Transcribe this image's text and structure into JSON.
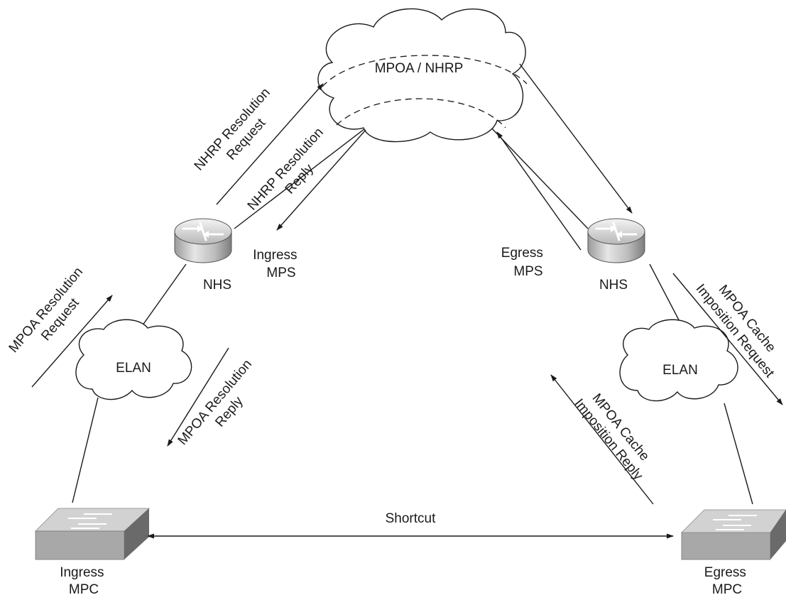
{
  "clouds": {
    "core": "MPOA / NHRP",
    "left_elan": "ELAN",
    "right_elan": "ELAN"
  },
  "nodes": {
    "ingress_nhs": {
      "role_lines": [
        "Ingress",
        "MPS"
      ],
      "name": "NHS"
    },
    "egress_nhs": {
      "role_lines": [
        "Egress",
        "MPS"
      ],
      "name": "NHS"
    },
    "ingress_mpc": {
      "lines": [
        "Ingress",
        "MPC"
      ]
    },
    "egress_mpc": {
      "lines": [
        "Egress",
        "MPC"
      ]
    }
  },
  "messages": {
    "nhrp_request": [
      "NHRP Resolution",
      "Request"
    ],
    "nhrp_reply": [
      "NHRP Resolution",
      "Reply"
    ],
    "mpoa_request": [
      "MPOA Resolution",
      "Request"
    ],
    "mpoa_reply": [
      "MPOA Resolution",
      "Reply"
    ],
    "cache_request": [
      "MPOA Cache",
      "Imposition Request"
    ],
    "cache_reply": [
      "MPOA Cache",
      "Imposition Reply"
    ],
    "shortcut": "Shortcut"
  }
}
